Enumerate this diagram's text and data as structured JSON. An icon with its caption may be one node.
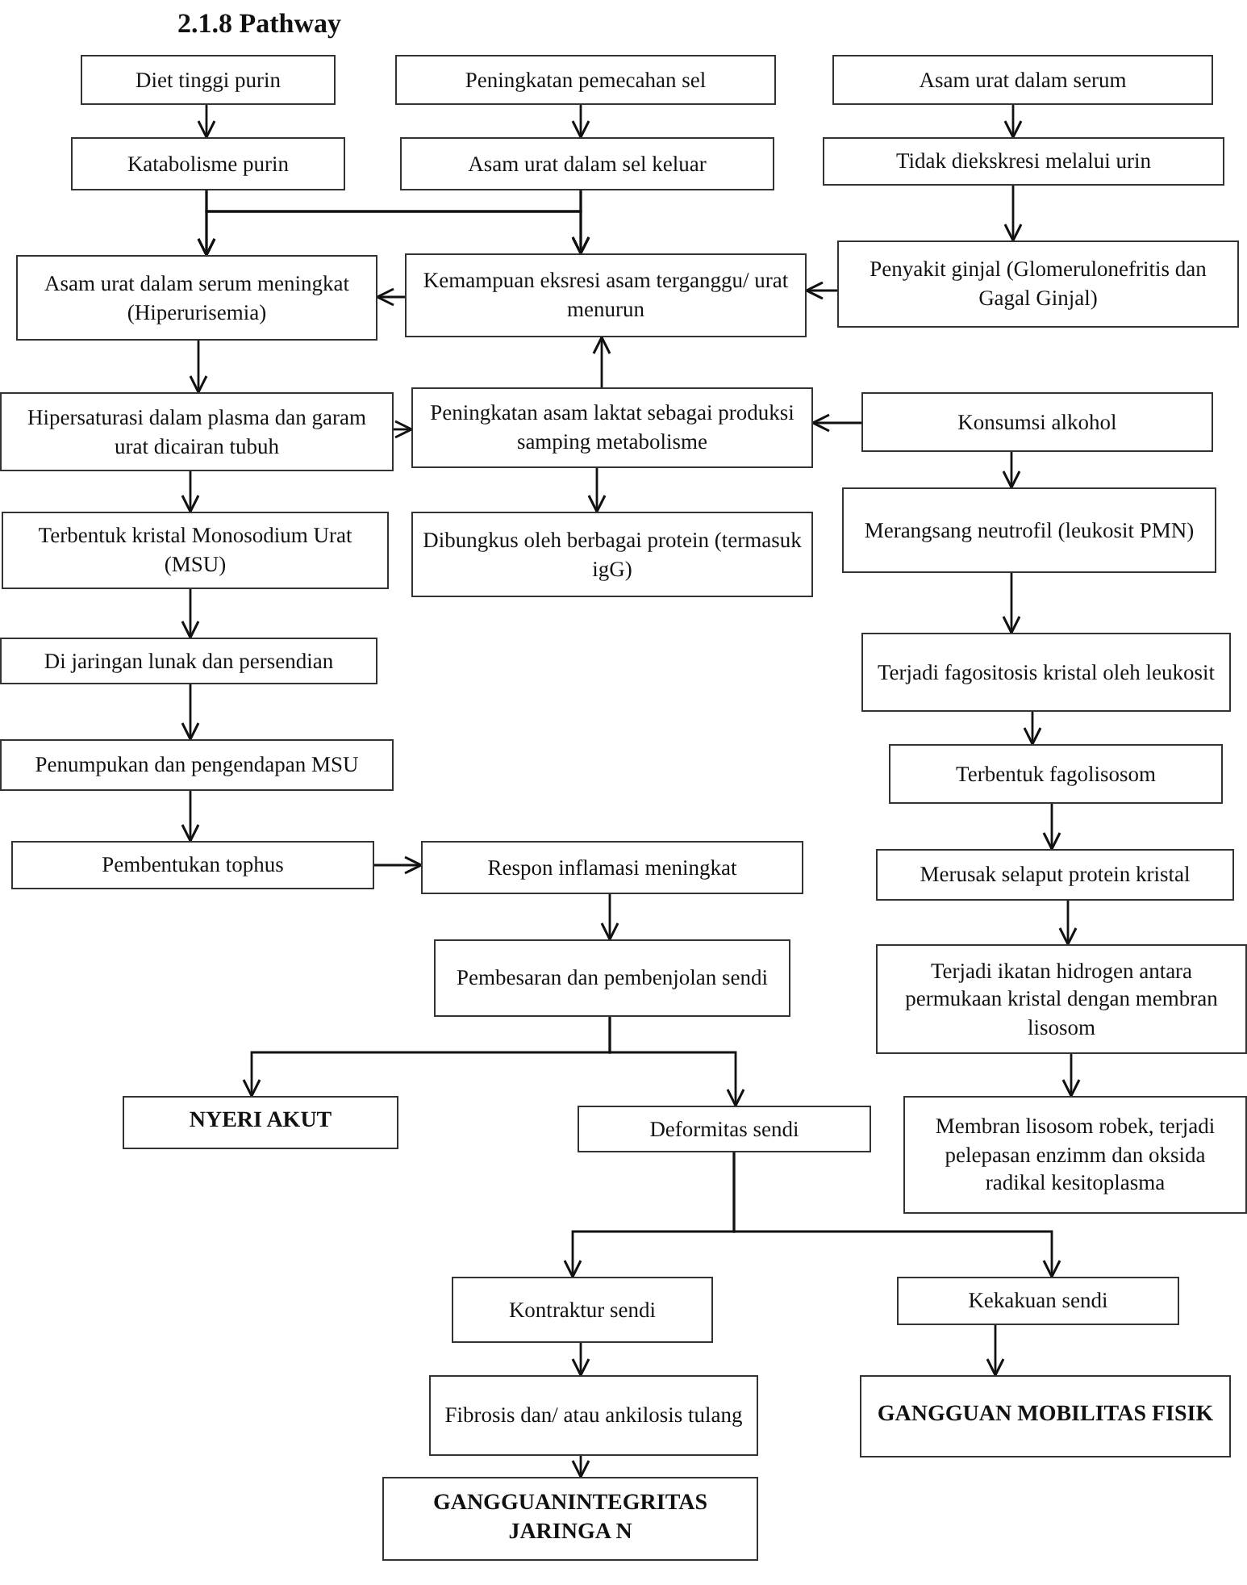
{
  "diagram": {
    "title": "2.1.8 Pathway",
    "nodes": [
      {
        "text": [
          "Diet tinggi purin"
        ]
      },
      {
        "text": [
          "Peningkatan pemecahan sel"
        ]
      },
      {
        "text": [
          "Asam urat dalam serum"
        ]
      },
      {
        "text": [
          "Katabolisme purin"
        ]
      },
      {
        "text": [
          "Asam urat dalam sel keluar"
        ]
      },
      {
        "text": [
          "Tidak diekskresi melalui urin"
        ]
      },
      {
        "text": [
          "Asam urat dalam serum meningkat (Hiperurisemia)"
        ]
      },
      {
        "text": [
          "Kemampuan eksresi asam terganggu/ urat menurun"
        ]
      },
      {
        "text": [
          "Penyakit ginjal (Glomerulonefritis dan Gagal Ginjal)"
        ]
      },
      {
        "text": [
          "Hipersaturasi dalam plasma dan garam urat dicairan tubuh"
        ]
      },
      {
        "text": [
          "Peningkatan asam laktat sebagai produksi samping metabolisme"
        ]
      },
      {
        "text": [
          "Konsumsi alkohol"
        ]
      },
      {
        "text": [
          "Terbentuk kristal Monosodium Urat (MSU)"
        ]
      },
      {
        "text": [
          "Dibungkus oleh berbagai protein (termasuk igG)"
        ]
      },
      {
        "text": [
          "Merangsang neutrofil (leukosit PMN)"
        ]
      },
      {
        "text": [
          "Di jaringan lunak dan persendian"
        ]
      },
      {
        "text": [
          "Terjadi fagositosis kristal oleh leukosit"
        ]
      },
      {
        "text": [
          "Penumpukan dan pengendapan MSU"
        ]
      },
      {
        "text": [
          "Terbentuk fagolisosom"
        ]
      },
      {
        "text": [
          "Pembentukan tophus"
        ]
      },
      {
        "text": [
          "Respon inflamasi meningkat"
        ]
      },
      {
        "text": [
          "Merusak selaput protein kristal"
        ]
      },
      {
        "text": [
          "Pembesaran dan pembenjolan sendi"
        ]
      },
      {
        "text": [
          "Terjadi ikatan hidrogen antara permukaan kristal dengan membran lisosom"
        ]
      },
      {
        "text": [
          "NYERI AKUT"
        ]
      },
      {
        "text": [
          "Deformitas sendi"
        ]
      },
      {
        "text": [
          "Membran lisosom robek, terjadi pelepasan enzimm dan oksida radikal kesitoplasma"
        ]
      },
      {
        "text": [
          "Kontraktur sendi"
        ]
      },
      {
        "text": [
          "Kekakuan sendi"
        ]
      },
      {
        "text": [
          "Fibrosis dan/ atau ankilosis tulang"
        ]
      },
      {
        "text": [
          "GANGGUAN MOBILITAS FISIK"
        ]
      },
      {
        "text": [
          "GANGGUANINTEGRITAS JARINGA N"
        ]
      }
    ],
    "edges": [
      {
        "from": 0,
        "to": 3,
        "arrow": "to"
      },
      {
        "from": 1,
        "to": 4,
        "arrow": "to"
      },
      {
        "from": 2,
        "to": 5,
        "arrow": "to"
      },
      {
        "from": 3,
        "to": 6,
        "arrow": "to"
      },
      {
        "from": 3,
        "to": 7,
        "arrow": "to"
      },
      {
        "from": 4,
        "to": 6,
        "arrow": "to"
      },
      {
        "from": 4,
        "to": 7,
        "arrow": "to"
      },
      {
        "from": 5,
        "to": 8,
        "arrow": "to"
      },
      {
        "from": 8,
        "to": 7,
        "arrow": "to"
      },
      {
        "from": 7,
        "to": 6,
        "arrow": "to"
      },
      {
        "from": 6,
        "to": 9,
        "arrow": "to"
      },
      {
        "from": 9,
        "to": 10,
        "arrow": "to"
      },
      {
        "from": 10,
        "to": 7,
        "arrow": "to"
      },
      {
        "from": 11,
        "to": 10,
        "arrow": "to"
      },
      {
        "from": 9,
        "to": 12,
        "arrow": "to"
      },
      {
        "from": 10,
        "to": 13,
        "arrow": "to"
      },
      {
        "from": 11,
        "to": 14,
        "arrow": "to"
      },
      {
        "from": 12,
        "to": 15,
        "arrow": "to"
      },
      {
        "from": 14,
        "to": 16,
        "arrow": "to"
      },
      {
        "from": 15,
        "to": 17,
        "arrow": "to"
      },
      {
        "from": 16,
        "to": 18,
        "arrow": "to"
      },
      {
        "from": 17,
        "to": 19,
        "arrow": "to"
      },
      {
        "from": 18,
        "to": 21,
        "arrow": "to"
      },
      {
        "from": 19,
        "to": 20,
        "arrow": "to"
      },
      {
        "from": 20,
        "to": 22,
        "arrow": "to"
      },
      {
        "from": 21,
        "to": 23,
        "arrow": "to"
      },
      {
        "from": 22,
        "to": 24,
        "arrow": "to"
      },
      {
        "from": 22,
        "to": 25,
        "arrow": "to"
      },
      {
        "from": 23,
        "to": 26,
        "arrow": "to"
      },
      {
        "from": 25,
        "to": 27,
        "arrow": "to"
      },
      {
        "from": 25,
        "to": 28,
        "arrow": "to"
      },
      {
        "from": 27,
        "to": 29,
        "arrow": "to"
      },
      {
        "from": 28,
        "to": 30,
        "arrow": "to"
      },
      {
        "from": 29,
        "to": 31,
        "arrow": "to"
      }
    ]
  }
}
